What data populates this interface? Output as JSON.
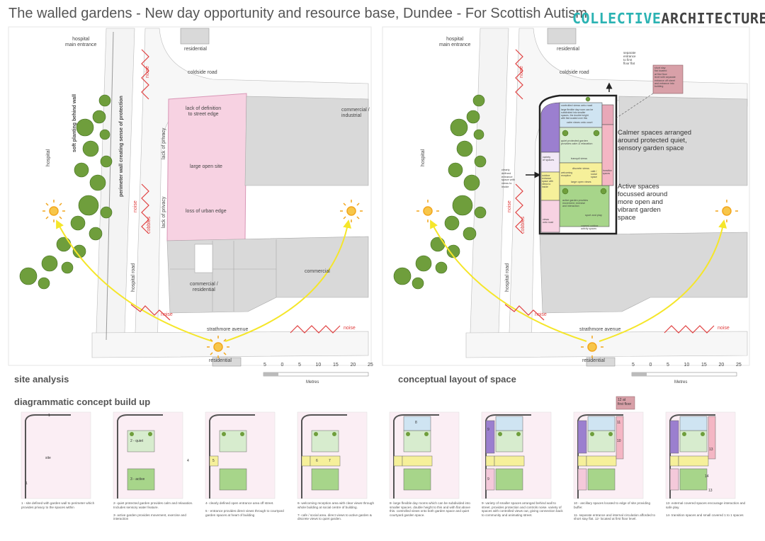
{
  "title": "The walled gardens - New day opportunity and resource base, Dundee - For Scottish Autism",
  "logo": {
    "part1": "COLLECTIVE",
    "part2": "ARCHITECTURE"
  },
  "colors": {
    "site_pink": "#f7d2e2",
    "building_grey": "#d9d9d9",
    "tree_green": "#6f9e3c",
    "sun_orange": "#f2a61d",
    "arrow_yellow": "#f5e62a",
    "noise_red": "#e04040",
    "quiet_blue": "#cfe4f2",
    "active_green": "#a7d58a",
    "reception_yellow": "#f6f09a",
    "ancillary_purple": "#9b7fcf",
    "logo_teal": "#2bb3b3"
  },
  "site_analysis": {
    "heading": "site analysis",
    "labels": {
      "hospital_entrance": "hospital\nmain entrance",
      "residential_top": "residential",
      "coldside_road": "coldside road",
      "hospital": "hospital",
      "soft_planting": "soft planting behind wall",
      "perimeter_wall": "perimeter wall creating sense of protection",
      "lack_definition": "lack of definition\nto street edge",
      "large_open_site": "large open site",
      "loss_urban_edge": "loss of urban edge",
      "lack_privacy_1": "lack of privacy",
      "lack_privacy_2": "lack of privacy",
      "commercial_industrial": "commercial /\nindustrial",
      "commercial": "commercial",
      "commercial_residential": "commercial /\nresidential",
      "hospital_road": "hospital road",
      "cobbles": "cobbles",
      "noise": "noise",
      "strathmore_avenue": "strathmore avenue",
      "residential_bottom": "residential"
    },
    "scale": {
      "ticks": [
        "5",
        "0",
        "5",
        "10",
        "15",
        "20",
        "25"
      ],
      "unit": "Metres"
    }
  },
  "conceptual_layout": {
    "heading": "conceptual layout of space",
    "labels": {
      "hospital_entrance": "hospital\nmain entrance",
      "residential_top": "residential",
      "coldside_road": "coldside road",
      "separate_entrance": "separate\nentrance\nto first\nfloor flat",
      "short_stay_flat": "short stay\nflat located\nat first floor\nlevel with separate\nentrance off street\nand entrance into\nbuilding",
      "hospital": "hospital",
      "clearly_defined": "clearly\ndefined\nentrance\nspace with\nviews to\ninside",
      "outdoor_entrance": "outdoor\nentrance\nspace with\nviews to\ninside",
      "controlled_views": "controlled views onto road",
      "flexible_day_room": "large flexible day room can be\nsubdivided into smaller\nspaces. the double height\nwith flat located over this",
      "calm_views": "calm views onto court",
      "variety_spaces": "variety\nof spaces",
      "quiet_garden": "quiet protected garden\nprovides calm & relaxation",
      "tranquil_views": "tranquil views",
      "discrete_views": "discrete views",
      "welcoming_reception": "welcoming\nreception",
      "cafe": "cafe /\nsocial\nspace",
      "transition_spaces": "transition\nspaces",
      "large_open_views": "large open views",
      "active_garden": "active garden provides\nmovement, exercise\nand interaction",
      "sport_play": "sport and play",
      "covered_spaces": "covered outdoor\nactivity spaces",
      "views_onto_road": "views\nonto road",
      "calmer_note": "Calmer spaces arranged\naround protected quiet,\nsensory garden space",
      "active_note": "Active spaces\nfocussed around\nmore open and\nvibrant garden\nspace",
      "hospital_road": "hospital road",
      "cobbles": "cobbles",
      "noise": "noise",
      "strathmore_avenue": "strathmore avenue",
      "residential_bottom": "residential"
    },
    "scale": {
      "ticks": [
        "5",
        "0",
        "5",
        "10",
        "15",
        "20",
        "25"
      ],
      "unit": "Metres"
    }
  },
  "concept_build_up": {
    "heading": "diagrammatic concept build up",
    "steps": [
      {
        "labels": [
          "1",
          "site",
          "1"
        ],
        "caption": "1 - site defined with garden wall to perimeter which provides privacy to the spaces within"
      },
      {
        "labels": [
          "2 - quiet",
          "3 - active"
        ],
        "caption": "2- quiet protected garden provides calm and relaxation. Includes sensory water feature.\n\n3- active garden provides movement, exercise and interaction"
      },
      {
        "labels": [
          "4",
          "5"
        ],
        "caption": "4- clearly defined open entrance area off street.\n\n5 - entrance provides direct views through to courtyard garden spaces at heart of building"
      },
      {
        "labels": [
          "6",
          "7"
        ],
        "caption": "6- welcoming reception area with clear views through whole building at social centre of building.\n\n7- cafe / social area. direct views to active garden & discrete views to quiet garden."
      },
      {
        "labels": [
          "8"
        ],
        "caption": "8- large flexible day rooms which can be subdivided into smaller spaces. double height to this and with flat above this. controlled views onto both garden space and quiet courtyard garden space."
      },
      {
        "labels": [
          "9",
          "9"
        ],
        "caption": "9- variety of smaller spaces arranged behind wall to street. provides protection and controls noise. variety of spaces with controlled views out, giving connection back to community and animating street."
      },
      {
        "labels": [
          "11",
          "10",
          "12 at\nfirst floor"
        ],
        "caption": "10 - ancillary spaces located to edge of site providing buffer.\n\n11- separate entrance and internal circulation afforded to short stay flat. 12- located at first floor level."
      },
      {
        "labels": [
          "13",
          "14",
          "13"
        ],
        "caption": "13- external covered spaces encourage interaction and safe play.\n\n14- transition spaces and small covered 1 to 1 spaces"
      }
    ]
  }
}
